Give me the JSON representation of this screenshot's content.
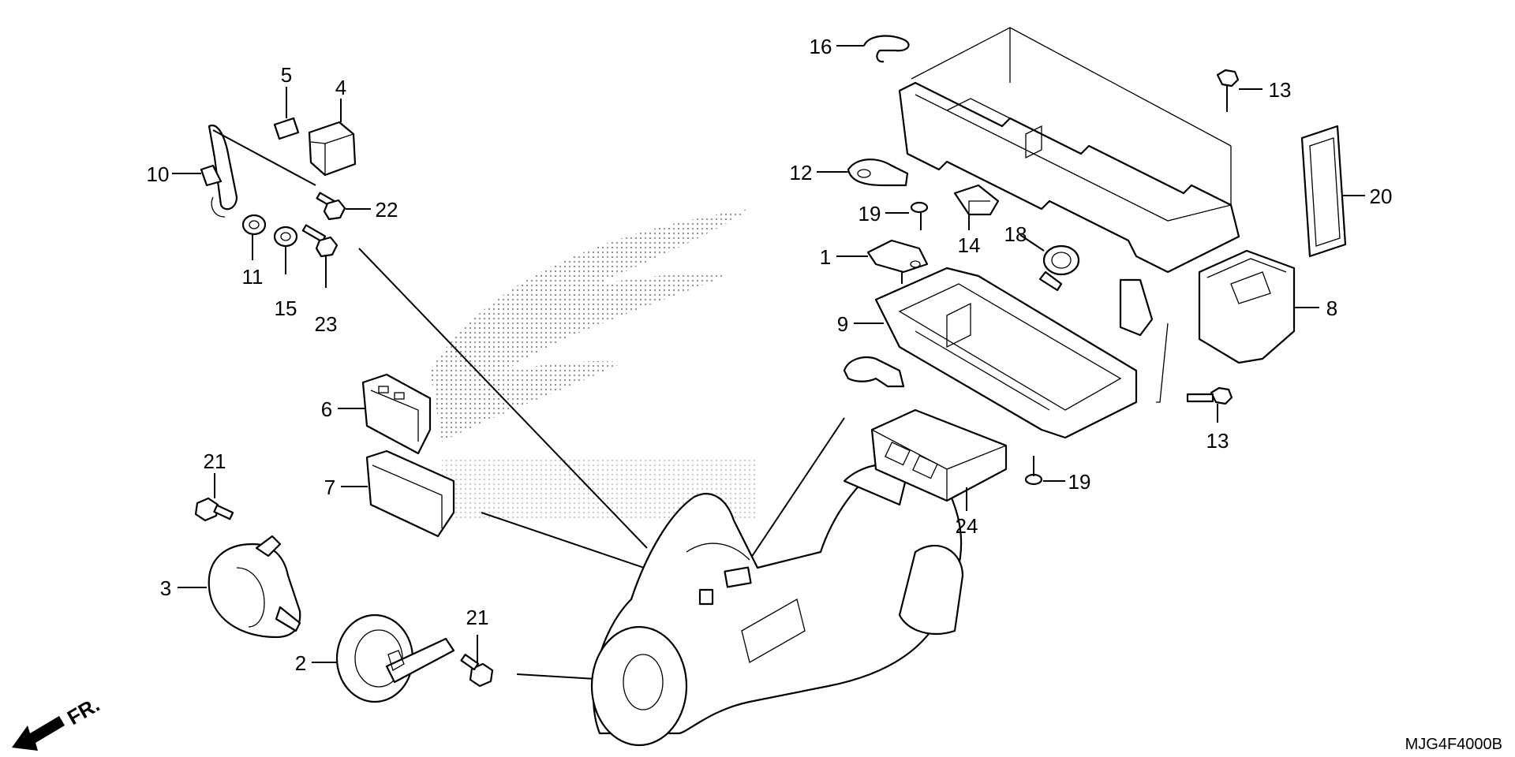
{
  "diagram": {
    "code": "MJG4F4000B",
    "front_label": "FR.",
    "callouts": [
      "1",
      "2",
      "3",
      "4",
      "5",
      "6",
      "7",
      "8",
      "9",
      "10",
      "11",
      "12",
      "13",
      "13",
      "14",
      "15",
      "16",
      "18",
      "19",
      "19",
      "20",
      "21",
      "21",
      "22",
      "23",
      "24"
    ]
  }
}
